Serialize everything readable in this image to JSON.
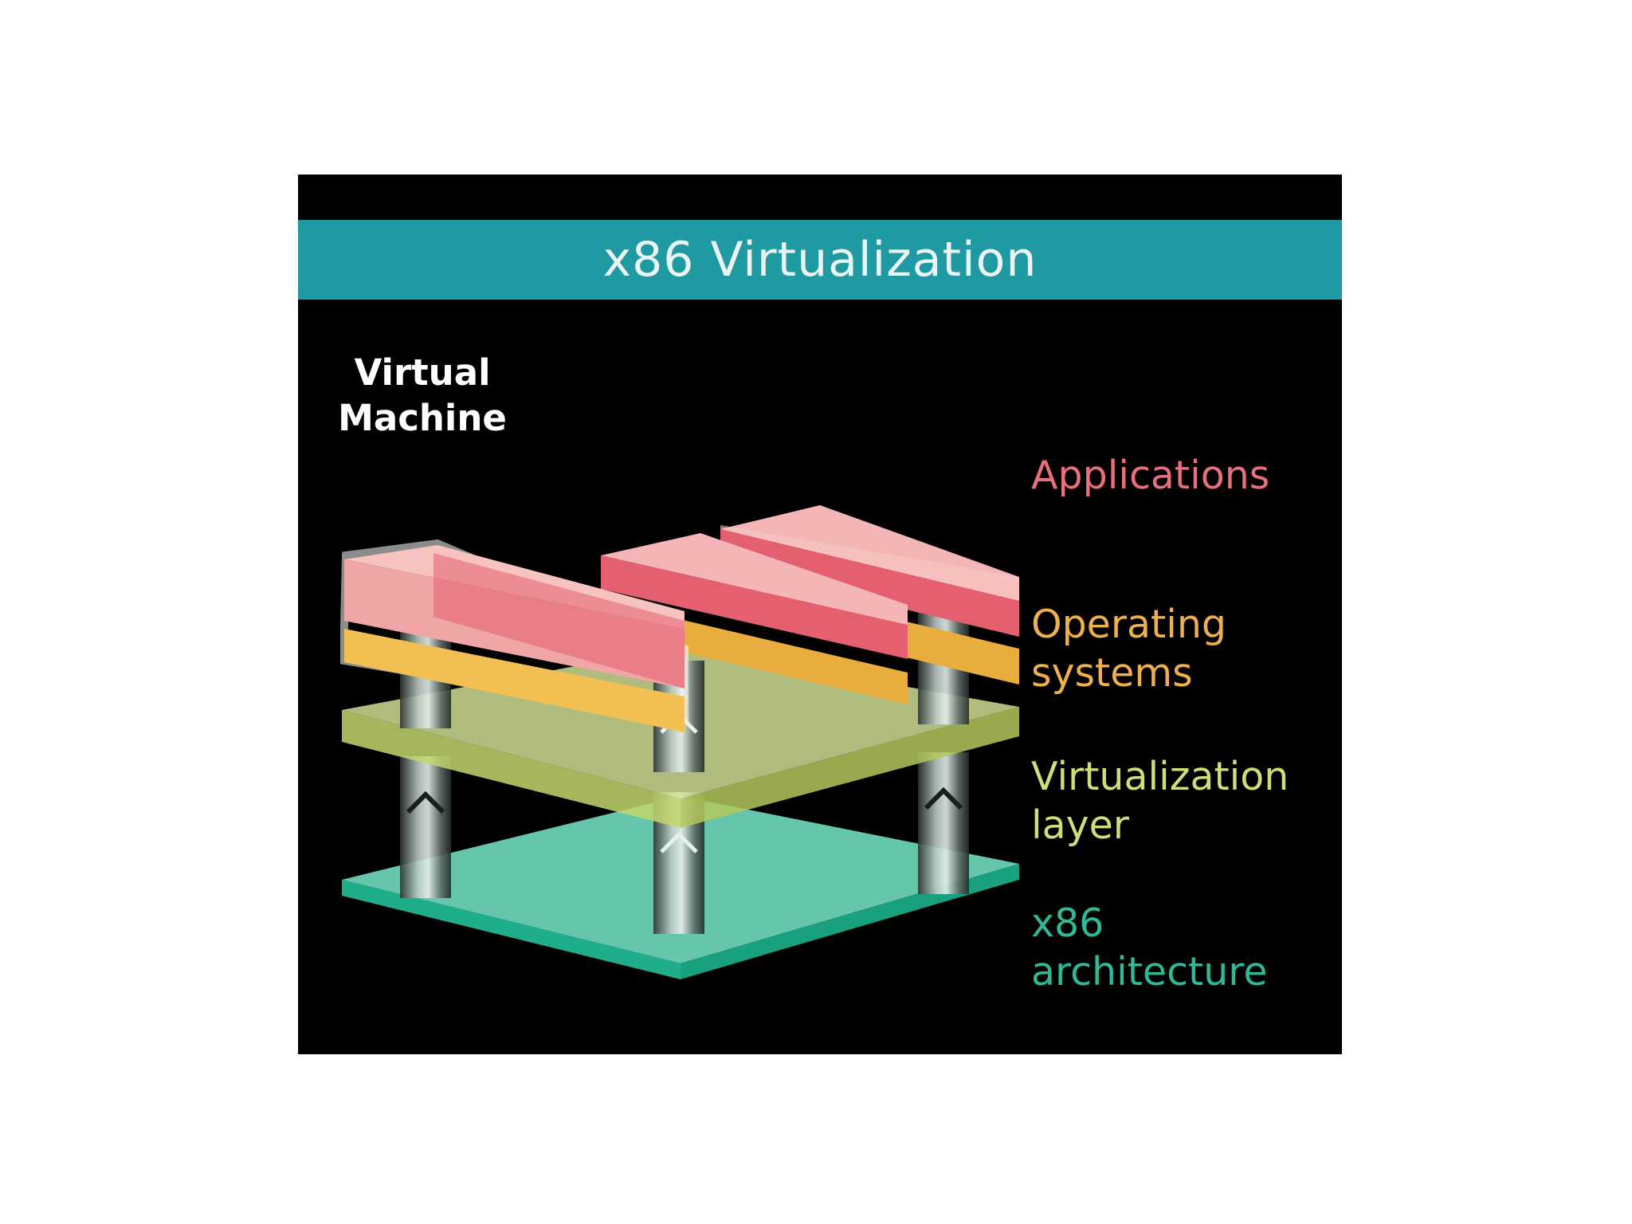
{
  "title": "x86 Virtualization",
  "vm_label": "Virtual\nMachine",
  "layers": {
    "applications": {
      "line1": "Applications"
    },
    "operating_systems": {
      "line1": "Operating",
      "line2": "systems"
    },
    "virtualization_layer": {
      "line1": "Virtualization",
      "line2": "layer"
    },
    "x86_architecture": {
      "line1": "x86",
      "line2": "architecture"
    }
  },
  "colors": {
    "title_bar": "#1f9aa3",
    "applications": "#e8707c",
    "operating_systems": "#eeb04e",
    "virtualization_layer": "#cddf76",
    "x86_architecture": "#2eb999",
    "background": "#000000"
  }
}
